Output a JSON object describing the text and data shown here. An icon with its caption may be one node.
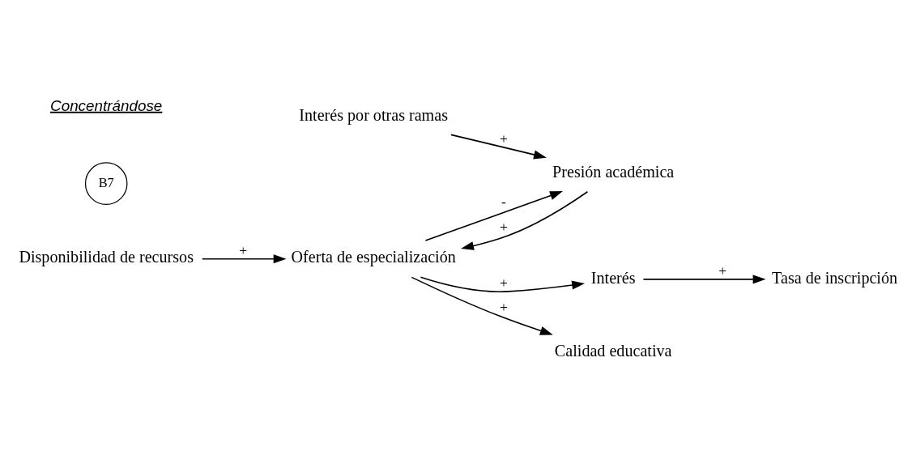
{
  "diagram": {
    "nodes": [
      {
        "text": [
          "Tasa de inscripción"
        ]
      },
      {
        "text": [
          "Disponibilidad de recursos"
        ]
      },
      {
        "text": [
          "Interés"
        ]
      },
      {
        "text": [
          "Oferta de especialización"
        ]
      },
      {
        "text": [
          "Presión académica"
        ]
      },
      {
        "text": [
          "Interés por otras ramas"
        ]
      },
      {
        "text": [
          "Calidad educativa"
        ]
      }
    ],
    "edges": [
      {
        "from": 2,
        "to": 0,
        "arrow": "to",
        "label": "+"
      },
      {
        "from": 1,
        "to": 3,
        "arrow": "to",
        "label": "+"
      },
      {
        "from": 3,
        "to": 2,
        "arrow": "to",
        "label": "+"
      },
      {
        "from": 3,
        "to": 4,
        "arrow": "to",
        "label": "-"
      },
      {
        "from": 4,
        "to": 3,
        "arrow": "to",
        "label": "+"
      },
      {
        "from": 5,
        "to": 4,
        "arrow": "to",
        "label": "+"
      },
      {
        "from": 3,
        "to": 6,
        "arrow": "to",
        "label": "+"
      }
    ],
    "labels": [
      "B7",
      "Concentrándose"
    ]
  }
}
